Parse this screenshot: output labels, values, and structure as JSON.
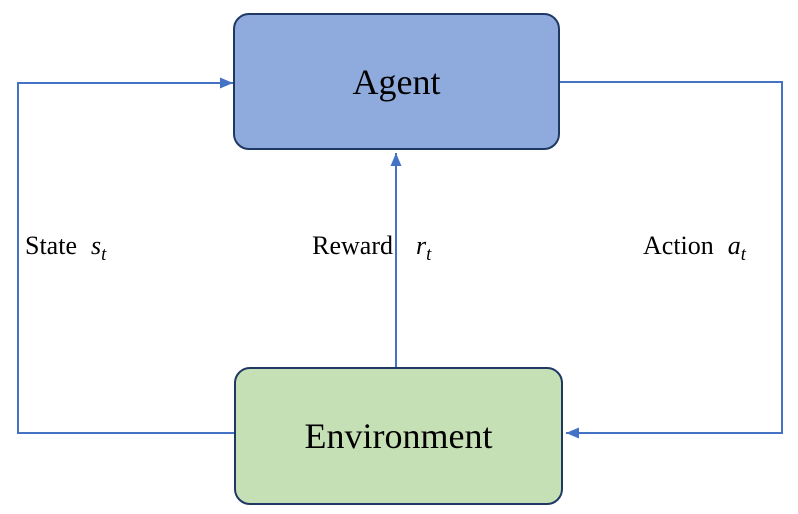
{
  "diagram": {
    "nodes": [
      {
        "id": "agent",
        "label": "Agent",
        "fill": "#8FAADC",
        "border": "#1F3864"
      },
      {
        "id": "environment",
        "label": "Environment",
        "fill": "#C5E0B4",
        "border": "#1F3864"
      }
    ],
    "edges": [
      {
        "id": "state",
        "label": "State",
        "symbol": "s",
        "subscript": "t",
        "from": "environment",
        "to": "agent"
      },
      {
        "id": "reward",
        "label": "Reward",
        "symbol": "r",
        "subscript": "t",
        "from": "environment",
        "to": "agent"
      },
      {
        "id": "action",
        "label": "Action",
        "symbol": "a",
        "subscript": "t",
        "from": "agent",
        "to": "environment"
      }
    ],
    "colors": {
      "arrow": "#4472C4",
      "node_border": "#1F3864",
      "agent_fill": "#8FAADC",
      "environment_fill": "#C5E0B4",
      "text": "#000000",
      "background": "#FFFFFF"
    }
  }
}
